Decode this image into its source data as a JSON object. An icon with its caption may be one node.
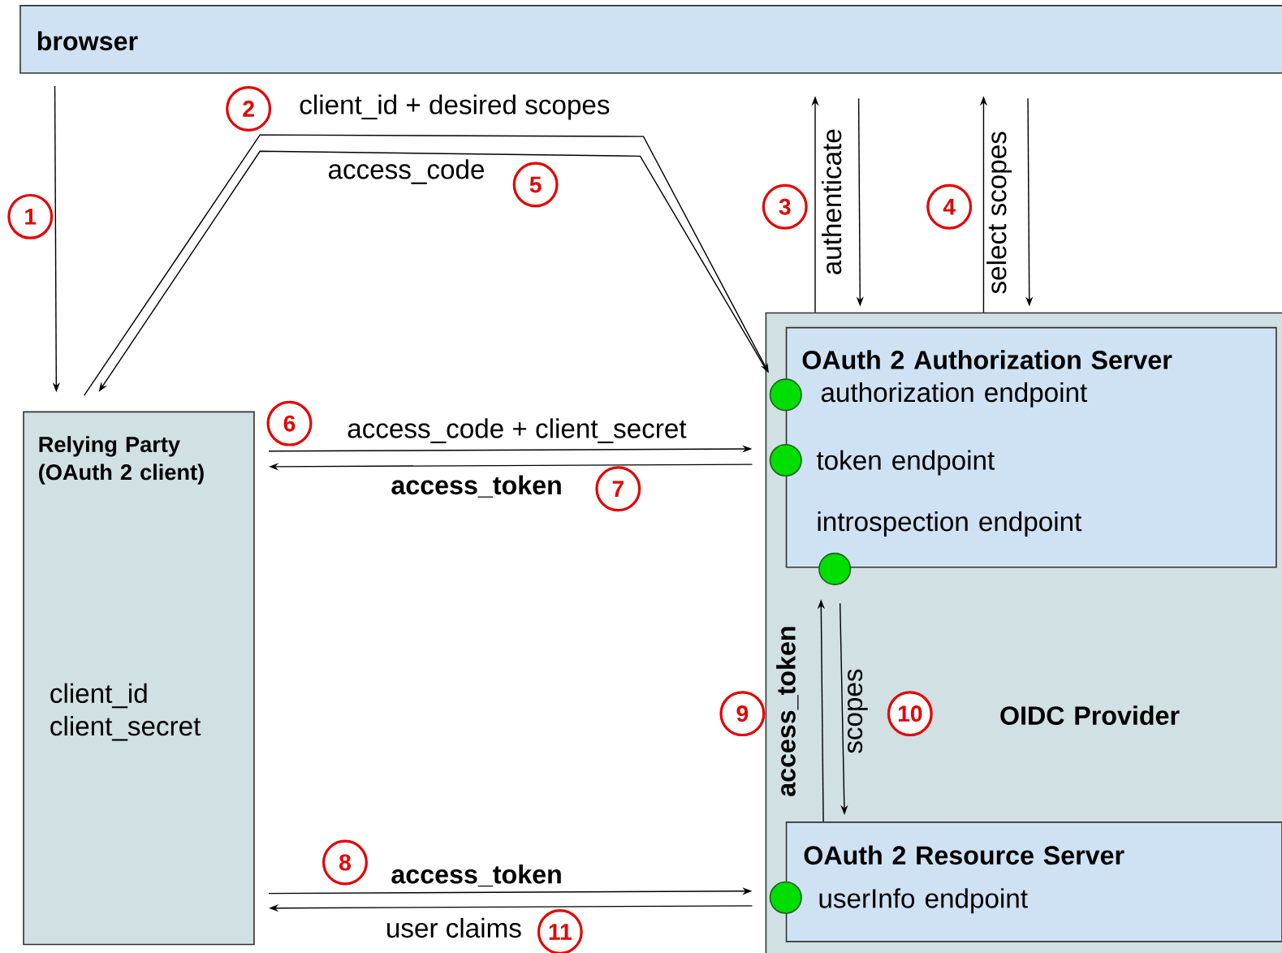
{
  "diagram": {
    "nodes": [
      {
        "text": [
          "browser"
        ]
      },
      {
        "text": [
          "Relying Party (OAuth 2 client)",
          "client_id client_secret"
        ]
      },
      {
        "text": [
          "OIDC Provider"
        ]
      },
      {
        "text": [
          "OAuth 2 Authorization Server",
          "authorization endpoint",
          "token endpoint",
          "introspection endpoint"
        ],
        "in": 2
      },
      {
        "text": [
          "OAuth 2 Resource Server",
          "userInfo endpoint"
        ],
        "in": 2
      },
      {
        "text": [],
        "shape": "circle",
        "in": 2
      },
      {
        "text": [],
        "shape": "circle",
        "in": 2
      },
      {
        "text": [],
        "shape": "circle",
        "in": 2
      },
      {
        "text": [],
        "shape": "circle",
        "in": 2
      }
    ],
    "edges": [
      {
        "from": 0,
        "to": 1,
        "arrow": "to"
      },
      {
        "from": 1,
        "to": 5,
        "arrow": "to",
        "label": "client_id + desired scopes"
      },
      {
        "from": 5,
        "to": 1,
        "arrow": "to",
        "label": "access_code"
      },
      {
        "from": 2,
        "to": 0,
        "arrow": "to",
        "label": "authenticate"
      },
      {
        "from": 0,
        "to": 2,
        "arrow": "to"
      },
      {
        "from": 2,
        "to": 0,
        "arrow": "to",
        "label": "select scopes"
      },
      {
        "from": 0,
        "to": 2,
        "arrow": "to"
      },
      {
        "from": 1,
        "to": 6,
        "arrow": "to",
        "label": "access_code + client_secret"
      },
      {
        "from": 6,
        "to": 1,
        "arrow": "to",
        "label": "access_token"
      },
      {
        "from": 4,
        "to": 7,
        "arrow": "to",
        "label": "access_token"
      },
      {
        "from": 7,
        "to": 4,
        "arrow": "to",
        "label": "scopes"
      },
      {
        "from": 1,
        "to": 8,
        "arrow": "to",
        "label": "access_token"
      },
      {
        "from": 8,
        "to": 1,
        "arrow": "to",
        "label": "user claims"
      }
    ],
    "labels": [
      "1",
      "2",
      "3",
      "4",
      "5",
      "6",
      "7",
      "8",
      "9",
      "10",
      "11"
    ]
  }
}
